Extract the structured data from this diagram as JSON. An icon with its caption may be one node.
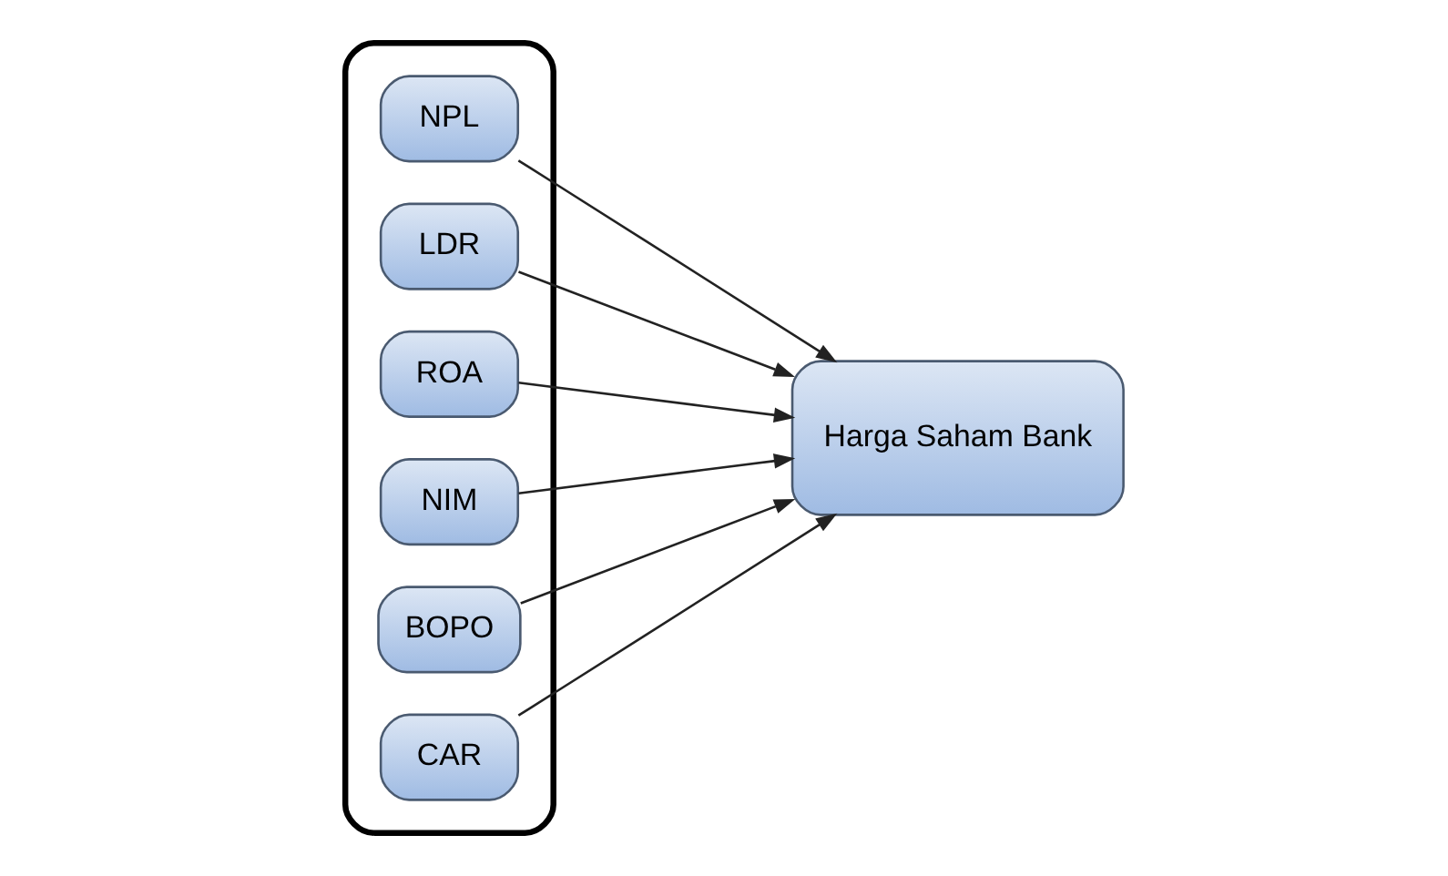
{
  "diagram": {
    "nodes": [
      {
        "text": [],
        "shape": "box"
      },
      {
        "text": [
          "NPL"
        ],
        "in": 0
      },
      {
        "text": [
          "LDR"
        ],
        "in": 0
      },
      {
        "text": [
          "ROA"
        ],
        "in": 0
      },
      {
        "text": [
          "NIM"
        ],
        "in": 0
      },
      {
        "text": [
          "BOPO"
        ],
        "in": 0
      },
      {
        "text": [
          "CAR"
        ],
        "in": 0
      },
      {
        "text": [
          "Harga Saham Bank"
        ]
      }
    ],
    "edges": [
      {
        "from": 1,
        "to": 7,
        "arrow": "to"
      },
      {
        "from": 2,
        "to": 7,
        "arrow": "to"
      },
      {
        "from": 3,
        "to": 7,
        "arrow": "to"
      },
      {
        "from": 4,
        "to": 7,
        "arrow": "to"
      },
      {
        "from": 5,
        "to": 7,
        "arrow": "to"
      },
      {
        "from": 6,
        "to": 7,
        "arrow": "to"
      }
    ]
  }
}
